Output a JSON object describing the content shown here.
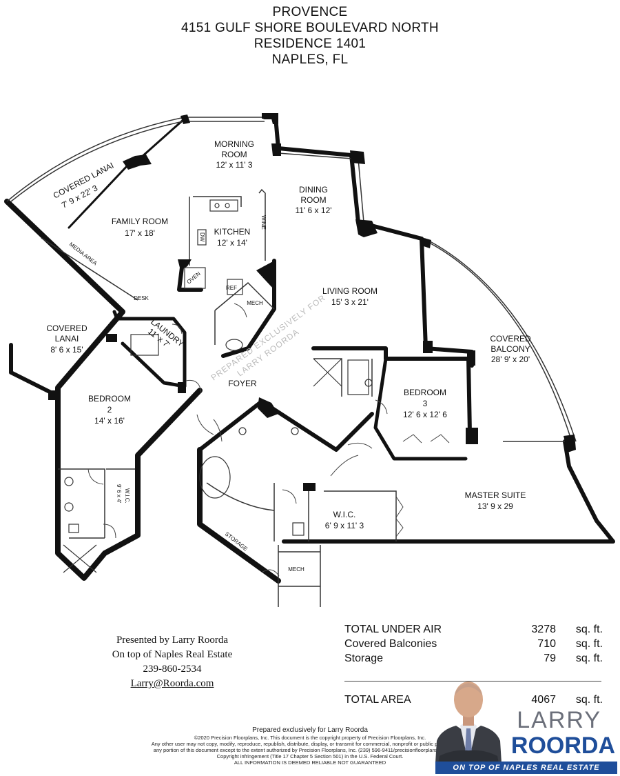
{
  "header": {
    "line1": "PROVENCE",
    "line2": "4151 GULF SHORE BOULEVARD NORTH",
    "line3": "RESIDENCE 1401",
    "line4": "NAPLES, FL"
  },
  "rooms": {
    "covered_lanai_top": {
      "name": "COVERED LANAI",
      "dims": "7' 9 x 22' 3"
    },
    "morning_room": {
      "name1": "MORNING",
      "name2": "ROOM",
      "dims": "12' x 11' 3"
    },
    "dining_room": {
      "name1": "DINING",
      "name2": "ROOM",
      "dims": "11' 6 x 12'"
    },
    "family_room": {
      "name": "FAMILY ROOM",
      "dims": "17' x 18'"
    },
    "kitchen": {
      "name": "KITCHEN",
      "dims": "12' x 14'"
    },
    "living_room": {
      "name": "LIVING ROOM",
      "dims": "15' 3 x 21'"
    },
    "covered_balcony": {
      "name1": "COVERED",
      "name2": "BALCONY",
      "dims": "28' 9' x 20'"
    },
    "covered_lanai_left": {
      "name1": "COVERED",
      "name2": "LANAI",
      "dims": "8' 6 x 15'"
    },
    "laundry": {
      "name": "LAUNDRY",
      "dims": "11' x 7'"
    },
    "foyer": {
      "name": "FOYER"
    },
    "bedroom2": {
      "name1": "BEDROOM",
      "name2": "2",
      "dims": "14' x 16'"
    },
    "bedroom3": {
      "name1": "BEDROOM",
      "name2": "3",
      "dims": "12' 6 x 12' 6"
    },
    "master_suite": {
      "name": "MASTER SUITE",
      "dims": "13' 9 x 29"
    },
    "wic_master": {
      "name": "W.I.C.",
      "dims": "6' 9 x 11' 3"
    },
    "wic_b2": {
      "name": "W.I.C.",
      "dims": "9' 6 x 4'"
    },
    "storage": {
      "name": "STORAGE"
    },
    "mech_bottom": {
      "name": "MECH"
    },
    "mech_kitchen": {
      "name": "MECH"
    }
  },
  "small_labels": {
    "media_area": "MEDIA AREA",
    "desk": "DESK",
    "dw": "DW",
    "ref": "REF",
    "oven": "OVEN",
    "wine": "WINE"
  },
  "watermark": {
    "line1": "PREPARED EXCLUSIVELY FOR",
    "line2": "LARRY ROORDA"
  },
  "presenter": {
    "line1": "Presented by Larry Roorda",
    "line2": "On top of Naples Real Estate",
    "phone": "239-860-2534",
    "email": "Larry@Roorda.com"
  },
  "areas": [
    {
      "label": "TOTAL UNDER AIR",
      "value": "3278",
      "unit": "sq. ft."
    },
    {
      "label": "Covered Balconies",
      "value": "710",
      "unit": "sq. ft."
    },
    {
      "label": "Storage",
      "value": "79",
      "unit": "sq. ft."
    }
  ],
  "total": {
    "label": "TOTAL AREA",
    "value": "4067",
    "unit": "sq. ft."
  },
  "footer": {
    "line1": "Prepared exclusively for Larry Roorda",
    "line2": "©2020 Precision Floorplans, Inc. This document is the copyright property of Precision Floorplans, Inc.",
    "line3": "Any other user may not copy, modify, reproduce, republish, distribute, display, or transmit for commercial, nonprofit or public purposes all or",
    "line4": "any portion of this document except to the extent authorized by Precision Floorplans, Inc. (239) 596-9411/precisionfloorplans@gmail.com",
    "line5": "Copyright infringement (Title 17 Chapter 5 Section 501) in the U.S. Federal Court.",
    "line6": "ALL INFORMATION IS DEEMED RELIABLE NOT GUARANTEED"
  },
  "brand": {
    "line1": "LARRY",
    "line2": "ROORDA",
    "tagline": "ON TOP OF NAPLES REAL ESTATE"
  },
  "colors": {
    "wall": "#111111",
    "brand_blue": "#1f4e9a",
    "brand_gray": "#6b6f7a"
  }
}
